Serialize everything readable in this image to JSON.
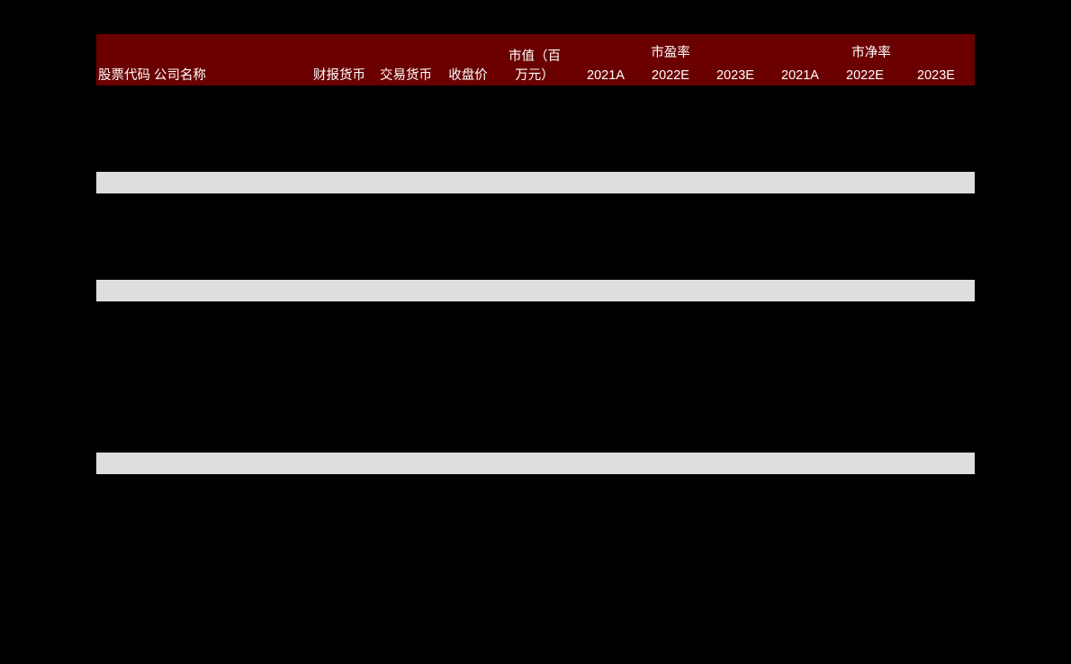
{
  "page": {
    "background_color": "#000000",
    "header_background_color": "#6B0000",
    "header_text_color": "#FFFFFF",
    "shaded_row_color": "#DEDEDE"
  },
  "table": {
    "name": "comparable-companies-valuation-table",
    "columns": {
      "stock_code": "股票代码",
      "company_name": "公司名称",
      "report_currency": "财报货币",
      "trade_currency": "交易货币",
      "close_price": "收盘价",
      "market_cap_line1": "市值（百",
      "market_cap_line2": "万元）"
    },
    "groups": [
      {
        "title": "市盈率",
        "years": [
          "2021A",
          "2022E",
          "2023E"
        ]
      },
      {
        "title": "市净率",
        "years": [
          "2021A",
          "2022E",
          "2023E"
        ]
      }
    ],
    "rows": [
      {
        "shaded": false,
        "cells": [
          "",
          "",
          "",
          "",
          "",
          "",
          "",
          "",
          "",
          "",
          "",
          ""
        ]
      },
      {
        "shaded": false,
        "cells": [
          "",
          "",
          "",
          "",
          "",
          "",
          "",
          "",
          "",
          "",
          "",
          ""
        ]
      },
      {
        "shaded": false,
        "cells": [
          "",
          "",
          "",
          "",
          "",
          "",
          "",
          "",
          "",
          "",
          "",
          ""
        ]
      },
      {
        "shaded": false,
        "cells": [
          "",
          "",
          "",
          "",
          "",
          "",
          "",
          "",
          "",
          "",
          "",
          ""
        ]
      },
      {
        "shaded": true,
        "cells": [
          "",
          "",
          "",
          "",
          "",
          "",
          "",
          "",
          "",
          "",
          "",
          ""
        ]
      },
      {
        "shaded": false,
        "cells": [
          "",
          "",
          "",
          "",
          "",
          "",
          "",
          "",
          "",
          "",
          "",
          ""
        ]
      },
      {
        "shaded": false,
        "cells": [
          "",
          "",
          "",
          "",
          "",
          "",
          "",
          "",
          "",
          "",
          "",
          ""
        ]
      },
      {
        "shaded": false,
        "cells": [
          "",
          "",
          "",
          "",
          "",
          "",
          "",
          "",
          "",
          "",
          "",
          ""
        ]
      },
      {
        "shaded": false,
        "cells": [
          "",
          "",
          "",
          "",
          "",
          "",
          "",
          "",
          "",
          "",
          "",
          ""
        ]
      },
      {
        "shaded": true,
        "cells": [
          "",
          "",
          "",
          "",
          "",
          "",
          "",
          "",
          "",
          "",
          "",
          ""
        ]
      },
      {
        "shaded": false,
        "cells": [
          "",
          "",
          "",
          "",
          "",
          "",
          "",
          "",
          "",
          "",
          "",
          ""
        ]
      },
      {
        "shaded": false,
        "cells": [
          "",
          "",
          "",
          "",
          "",
          "",
          "",
          "",
          "",
          "",
          "",
          ""
        ]
      },
      {
        "shaded": false,
        "cells": [
          "",
          "",
          "",
          "",
          "",
          "",
          "",
          "",
          "",
          "",
          "",
          ""
        ]
      },
      {
        "shaded": false,
        "cells": [
          "",
          "",
          "",
          "",
          "",
          "",
          "",
          "",
          "",
          "",
          "",
          ""
        ]
      },
      {
        "shaded": false,
        "cells": [
          "",
          "",
          "",
          "",
          "",
          "",
          "",
          "",
          "",
          "",
          "",
          ""
        ]
      },
      {
        "shaded": false,
        "cells": [
          "",
          "",
          "",
          "",
          "",
          "",
          "",
          "",
          "",
          "",
          "",
          ""
        ]
      },
      {
        "shaded": false,
        "cells": [
          "",
          "",
          "",
          "",
          "",
          "",
          "",
          "",
          "",
          "",
          "",
          ""
        ]
      },
      {
        "shaded": true,
        "cells": [
          "",
          "",
          "",
          "",
          "",
          "",
          "",
          "",
          "",
          "",
          "",
          ""
        ]
      }
    ]
  }
}
